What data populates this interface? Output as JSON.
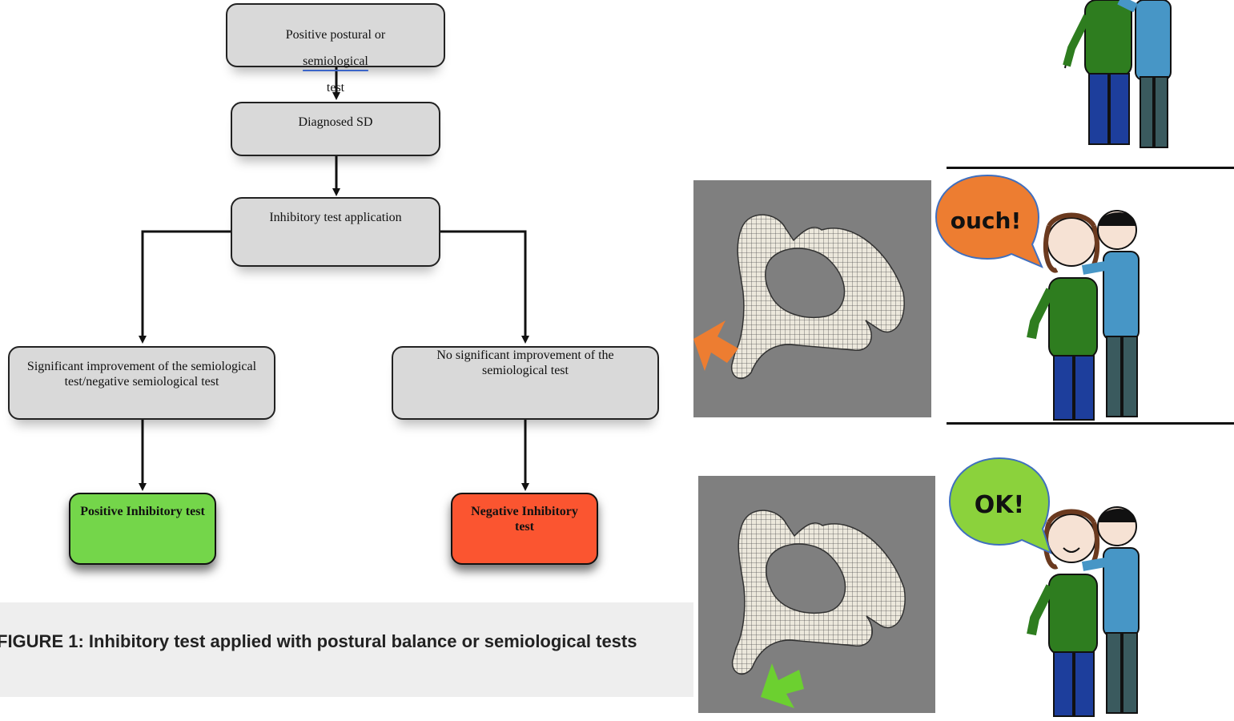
{
  "flowchart": {
    "top_node": {
      "prefix": "Positive postural or ",
      "underlined": "semiological",
      "suffix": " test"
    },
    "diagnosed": "Diagnosed SD",
    "application": "Inhibitory test application",
    "left_branch": "Significant improvement of the semiological test/negative semiological test",
    "right_branch": "No significant improvement of the semiological test",
    "positive_result": "Positive Inhibitory test",
    "negative_result": "Negative Inhibitory test",
    "colors": {
      "positive": "#74d64a",
      "negative": "#fb5530",
      "node": "#d9d9d9"
    }
  },
  "caption": "FIGURE 1: Inhibitory test applied with postural balance or semiological tests",
  "illustrations": {
    "speech_top": "ouch!",
    "speech_bottom": "OK!",
    "colors": {
      "ouch_bubble": "#ed7d31",
      "ok_bubble": "#8bd23c",
      "arrow_orange": "#ed7d31",
      "arrow_green": "#6cd030",
      "render_bg": "#7f7f7f"
    },
    "icons": [
      "vertebra-render",
      "orange-arrow-icon",
      "green-arrow-icon",
      "people-cartoon"
    ]
  }
}
